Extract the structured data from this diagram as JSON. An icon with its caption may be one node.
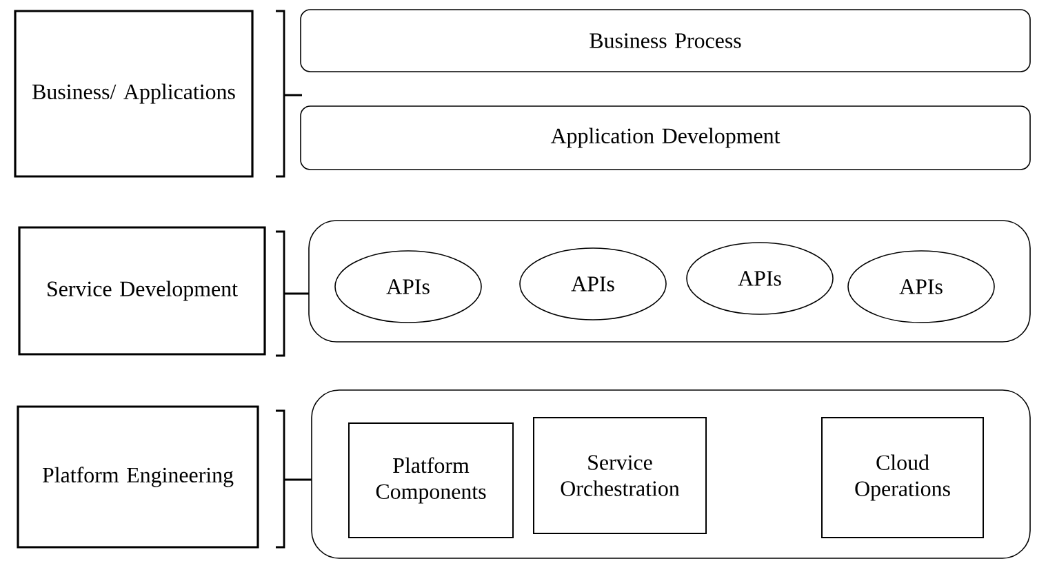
{
  "diagram": {
    "nodes": [
      {
        "text": [
          "Business/ Applications"
        ]
      },
      {
        "text": [
          "Business Process"
        ]
      },
      {
        "text": [
          "Application Development"
        ]
      },
      {
        "text": [
          "Service Development"
        ]
      },
      {
        "text": [],
        "shape": "box"
      },
      {
        "text": [
          "APIs"
        ],
        "in": 4
      },
      {
        "text": [
          "APIs"
        ],
        "in": 4
      },
      {
        "text": [
          "APIs"
        ],
        "in": 4
      },
      {
        "text": [
          "APIs"
        ],
        "in": 4
      },
      {
        "text": [
          "Platform Engineering"
        ]
      },
      {
        "text": [],
        "shape": "box"
      },
      {
        "text": [
          "Platform Components"
        ],
        "in": 10
      },
      {
        "text": [
          "Service Orchestration"
        ],
        "in": 10
      },
      {
        "text": [
          "Cloud Operations"
        ],
        "in": 10
      }
    ]
  }
}
